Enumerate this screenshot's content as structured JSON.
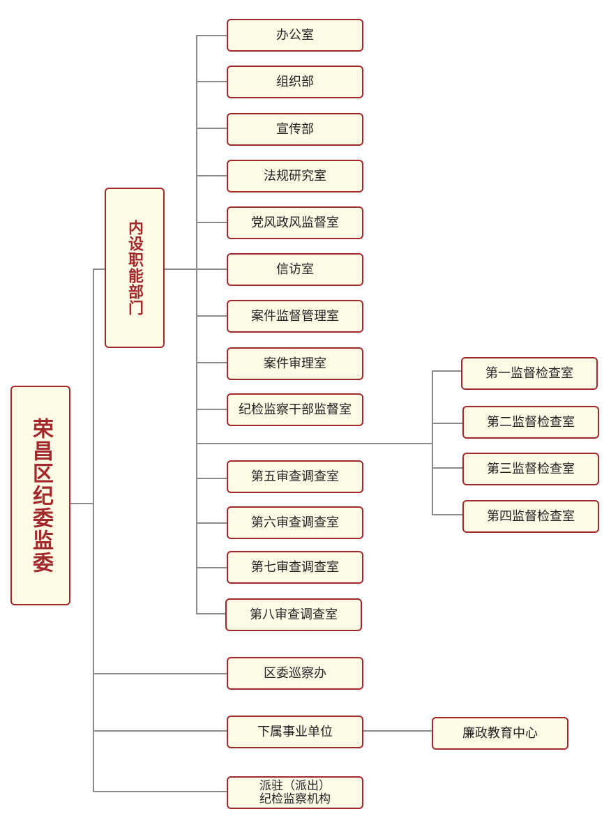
{
  "root": "荣昌区纪委监委",
  "internal_group": "内设职能部门",
  "internal_departments": [
    "办公室",
    "组织部",
    "宣传部",
    "法规研究室",
    "党风政风监督室",
    "信访室",
    "案件监督管理室",
    "案件审理室",
    "纪检监察干部监督室"
  ],
  "supervision_rooms": [
    "第一监督检查室",
    "第二监督检查室",
    "第三监督检查室",
    "第四监督检查室"
  ],
  "review_rooms": [
    "第五审查调查室",
    "第六审查调查室",
    "第七审查调查室",
    "第八审查调查室"
  ],
  "inspection_office": "区委巡察办",
  "subordinate_units": {
    "label": "下属事业单位",
    "children": [
      "廉政教育中心"
    ]
  },
  "dispatched": {
    "line1": "派驻（派出）",
    "line2": "纪检监察机构"
  },
  "colors": {
    "border": "#a3282b",
    "box_fill": "#fdfbe6",
    "connector": "#8a8a8a",
    "title_text": "#a3282b"
  }
}
